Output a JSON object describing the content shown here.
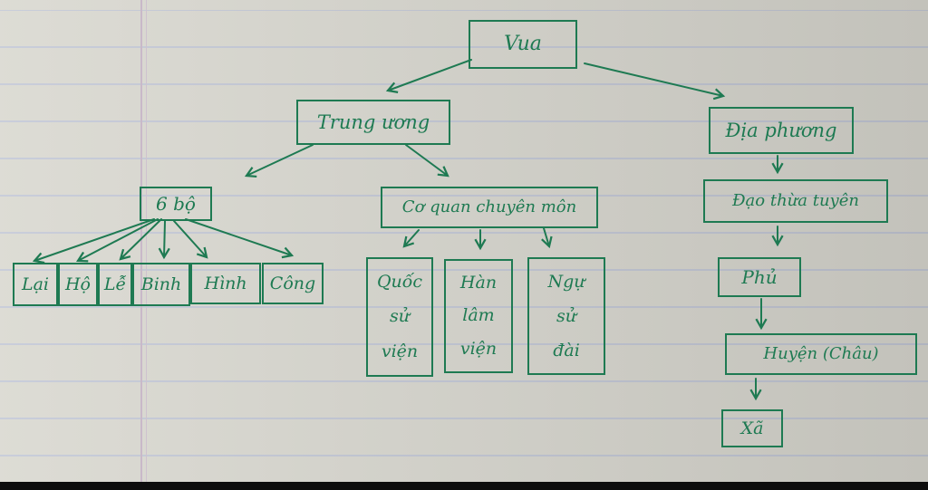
{
  "diagram": {
    "root": "Vua",
    "level1": [
      "Trung ương",
      "Địa phương"
    ],
    "central": {
      "six_ministries": "6 bộ",
      "ministries": [
        "Lại",
        "Hộ",
        "Lễ",
        "Binh",
        "Hình",
        "Công"
      ],
      "specialized_agencies": "Cơ quan chuyên môn",
      "agencies": [
        [
          "Quốc",
          "sử",
          "viện"
        ],
        [
          "Hàn",
          "lâm",
          "viện"
        ],
        [
          "Ngự",
          "sử",
          "đài"
        ]
      ]
    },
    "local": {
      "chain": [
        "Đạo thừa tuyên",
        "Phủ",
        "Huyện (Châu)",
        "Xã"
      ]
    }
  }
}
